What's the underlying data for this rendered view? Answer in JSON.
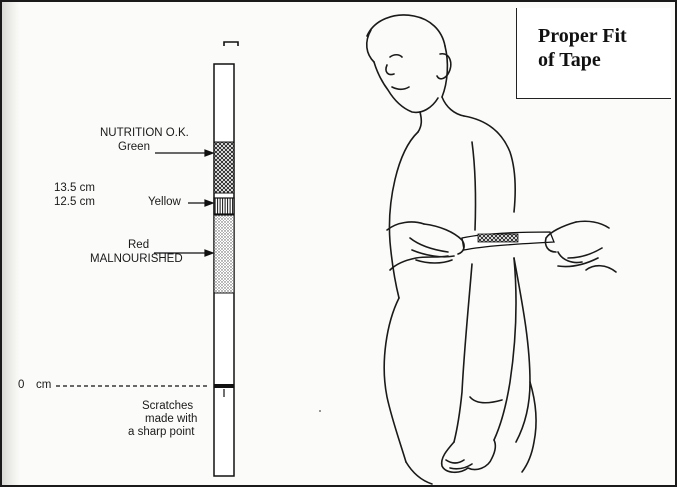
{
  "title": {
    "line1": "Proper Fit",
    "line2": "of Tape"
  },
  "tape_labels": {
    "nutrition_ok": "NUTRITION O.K.",
    "green": "Green",
    "cm_135": "13.5 cm",
    "cm_125": "12.5 cm",
    "yellow": "Yellow",
    "red": "Red",
    "malnourished": "MALNOURISHED",
    "zero": "0",
    "cm": "cm",
    "scratches": [
      "Scratches",
      "made with",
      "a sharp point"
    ]
  },
  "zone_colors": {
    "green": "green",
    "yellow": "yellow",
    "red": "red"
  }
}
